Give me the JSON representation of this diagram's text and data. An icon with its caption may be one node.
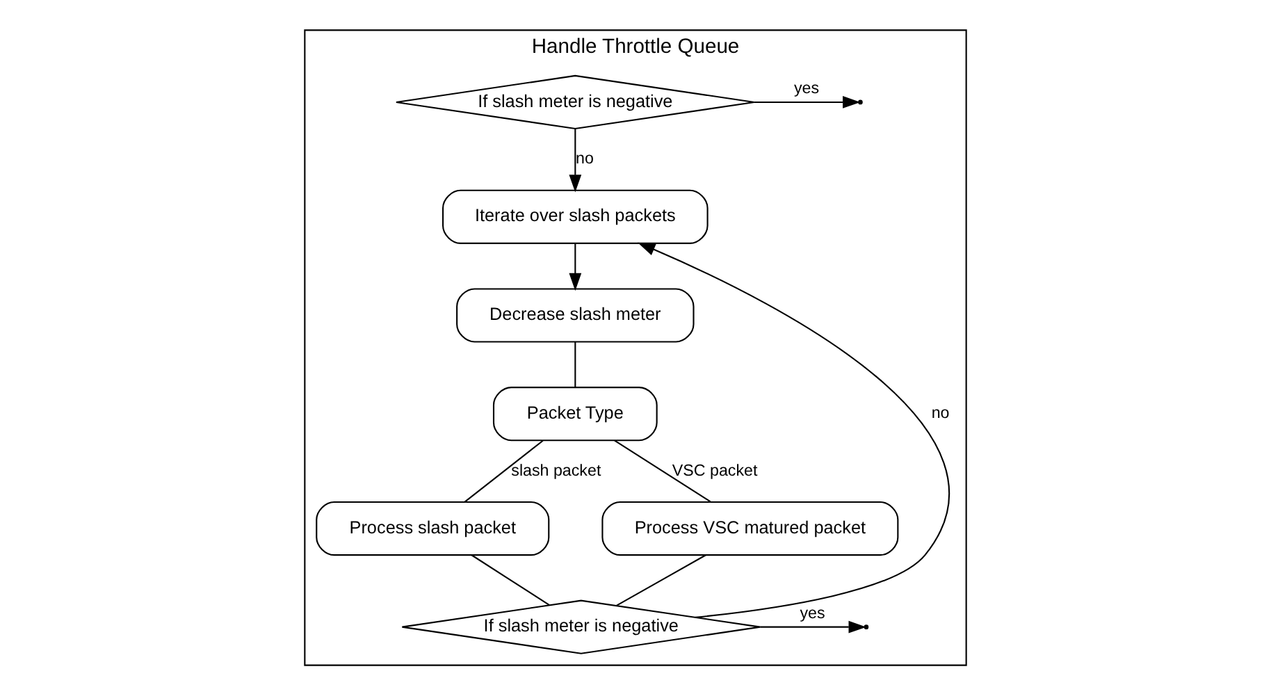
{
  "diagram": {
    "nodes": [
      {
        "text": [
          "Handle Throttle Queue"
        ]
      },
      {
        "text": [
          "If slash meter is negative"
        ],
        "in": 0
      },
      {
        "text": [
          "Iterate over slash packets"
        ],
        "in": 0
      },
      {
        "text": [
          "Decrease slash meter"
        ],
        "in": 0
      },
      {
        "text": [
          "Packet Type"
        ],
        "in": 0
      },
      {
        "text": [
          "Process slash packet"
        ],
        "in": 0
      },
      {
        "text": [
          "Process VSC matured packet"
        ],
        "in": 0
      },
      {
        "text": [
          "If slash meter is negative"
        ],
        "in": 0
      }
    ],
    "edges": [
      {
        "from": 1,
        "to": null,
        "arrow": "to",
        "label": "yes"
      },
      {
        "from": 1,
        "to": 2,
        "arrow": "to",
        "label": "no"
      },
      {
        "from": 2,
        "to": 3,
        "arrow": "to"
      },
      {
        "from": 3,
        "to": 4,
        "arrow": "none"
      },
      {
        "from": 4,
        "to": 5,
        "arrow": "none",
        "label": "slash packet"
      },
      {
        "from": 4,
        "to": 6,
        "arrow": "none",
        "label": "VSC packet"
      },
      {
        "from": 5,
        "to": 7,
        "arrow": "none"
      },
      {
        "from": 6,
        "to": 7,
        "arrow": "none"
      },
      {
        "from": 7,
        "to": null,
        "arrow": "to",
        "label": "yes"
      },
      {
        "from": 7,
        "to": 2,
        "arrow": "to",
        "label": "no"
      }
    ]
  }
}
